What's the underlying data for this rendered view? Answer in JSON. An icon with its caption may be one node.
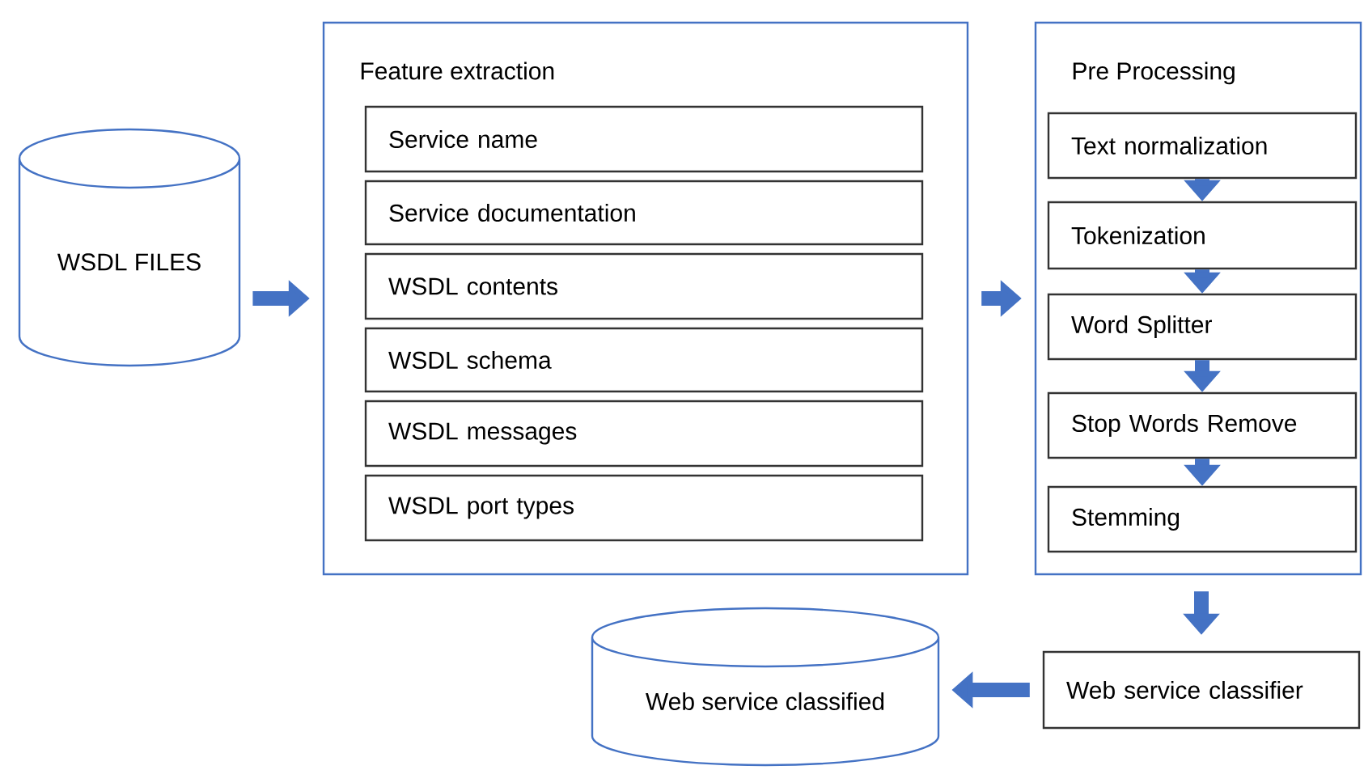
{
  "diagram": {
    "nodes": [
      {
        "text": [
          "WSDL FILES"
        ]
      },
      {
        "text": [
          "Feature extraction"
        ]
      },
      {
        "text": [
          "Service name"
        ],
        "in": 1
      },
      {
        "text": [
          "Service documentation"
        ],
        "in": 1
      },
      {
        "text": [
          "WSDL contents"
        ],
        "in": 1
      },
      {
        "text": [
          "WSDL schema"
        ],
        "in": 1
      },
      {
        "text": [
          "WSDL messages"
        ],
        "in": 1
      },
      {
        "text": [
          "WSDL port types"
        ],
        "in": 1
      },
      {
        "text": [
          "Pre Processing"
        ]
      },
      {
        "text": [
          "Text normalization"
        ],
        "in": 8
      },
      {
        "text": [
          "Tokenization"
        ],
        "in": 8
      },
      {
        "text": [
          "Word Splitter"
        ],
        "in": 8
      },
      {
        "text": [
          "Stop Words Remove"
        ],
        "in": 8
      },
      {
        "text": [
          "Stemming"
        ],
        "in": 8
      },
      {
        "text": [
          "Web service classifier"
        ]
      },
      {
        "text": [
          "Web service classified"
        ]
      }
    ],
    "edges": [
      {
        "from": 0,
        "to": 1,
        "arrow": "to"
      },
      {
        "from": 1,
        "to": 8,
        "arrow": "to"
      },
      {
        "from": 9,
        "to": 10,
        "arrow": "to"
      },
      {
        "from": 10,
        "to": 11,
        "arrow": "to"
      },
      {
        "from": 11,
        "to": 12,
        "arrow": "to"
      },
      {
        "from": 12,
        "to": 13,
        "arrow": "to"
      },
      {
        "from": 8,
        "to": 14,
        "arrow": "to"
      },
      {
        "from": 14,
        "to": 15,
        "arrow": "to"
      }
    ]
  }
}
